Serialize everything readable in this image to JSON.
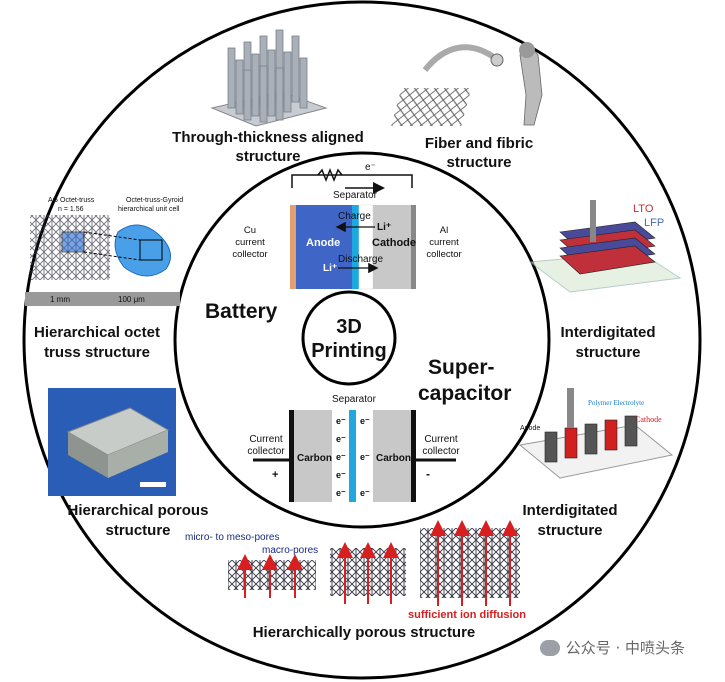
{
  "center": {
    "line1": "3D",
    "line2": "Printing"
  },
  "ring": {
    "battery": "Battery",
    "supercap1": "Super-",
    "supercap2": "capacitor"
  },
  "outer_labels": {
    "through1": "Through-thickness aligned",
    "through2": "structure",
    "fiber1": "Fiber and fibric",
    "fiber2": "structure",
    "octet1": "Hierarchical octet",
    "octet2": "truss structure",
    "inter1a": "Interdigitated",
    "inter1b": "structure",
    "porous1": "Hierarchical porous",
    "porous2": "structure",
    "inter2a": "Interdigitated",
    "inter2b": "structure",
    "hier": "Hierarchically porous structure"
  },
  "battery_cell": {
    "separator": "Separator",
    "electron": "e⁻",
    "charge": "Charge",
    "discharge": "Discharge",
    "li": "Li⁺",
    "anode": "Anode",
    "cathode": "Cathode",
    "cu1": "Cu",
    "cu2": "current",
    "cu3": "collector",
    "al1": "Al",
    "al2": "current",
    "al3": "collector"
  },
  "supercap_cell": {
    "separator": "Separator",
    "electron": "e⁻",
    "carbon": "Carbon",
    "cc1": "Current",
    "cc2": "collector",
    "plus": "+",
    "minus": "-"
  },
  "insets": {
    "octet_a1": "AG Octet-truss",
    "octet_a2": "n = 1.56",
    "octet_b1": "Octet-truss-Gyroid",
    "octet_b2": "hierarchical unit cell",
    "scale1": "1 mm",
    "scale2": "100 μm",
    "lto": "LTO",
    "lfp": "LFP",
    "anode": "Anode",
    "polymer": "Polymer Electrolyte",
    "cathode": "Cathode",
    "micro": "micro- to meso-pores",
    "macro": "macro-pores",
    "diffusion": "sufficient ion diffusion"
  },
  "watermark": {
    "text": "公众号 · 中喷头条"
  },
  "colors": {
    "anode": "#3f66c6",
    "cathode": "#c8c8c8",
    "separator": "#1fa8e0",
    "cu_collector": "#e0a070",
    "arrow_red": "#d81e1e"
  }
}
